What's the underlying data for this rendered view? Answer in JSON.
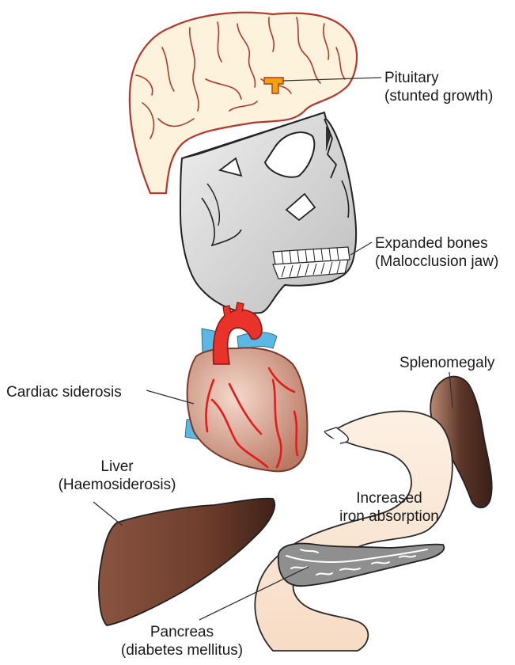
{
  "labels": {
    "pituitary": {
      "line1": "Pituitary",
      "line2": "(stunted growth)"
    },
    "bones": {
      "line1": "Expanded bones",
      "line2": "(Malocclusion jaw)"
    },
    "spleen": {
      "line1": "Splenomegaly"
    },
    "cardiac": {
      "line1": "Cardiac siderosis"
    },
    "liver": {
      "line1": "Liver",
      "line2": "(Haemosiderosis)"
    },
    "iron": {
      "line1": "Increased",
      "line2": "iron absorption"
    },
    "pancreas": {
      "line1": "Pancreas",
      "line2": "(diabetes mellitus)"
    }
  },
  "colors": {
    "brain_fill": "#fdf3dc",
    "brain_stroke": "#b5372c",
    "pituitary": "#f2a500",
    "skull_fill": "#d6d6d6",
    "heart_fill": "#c98a74",
    "aorta": "#e8322a",
    "vessel_blue": "#5bb7e3",
    "liver_fill": "#7a4633",
    "spleen_fill": "#5c3527",
    "gut_fill": "#fbe6d2",
    "pancreas_fill": "#8f8f8f"
  },
  "icons": [
    "brain-icon",
    "pituitary-icon",
    "skull-icon",
    "heart-icon",
    "spleen-icon",
    "liver-icon",
    "intestine-icon",
    "pancreas-icon"
  ]
}
